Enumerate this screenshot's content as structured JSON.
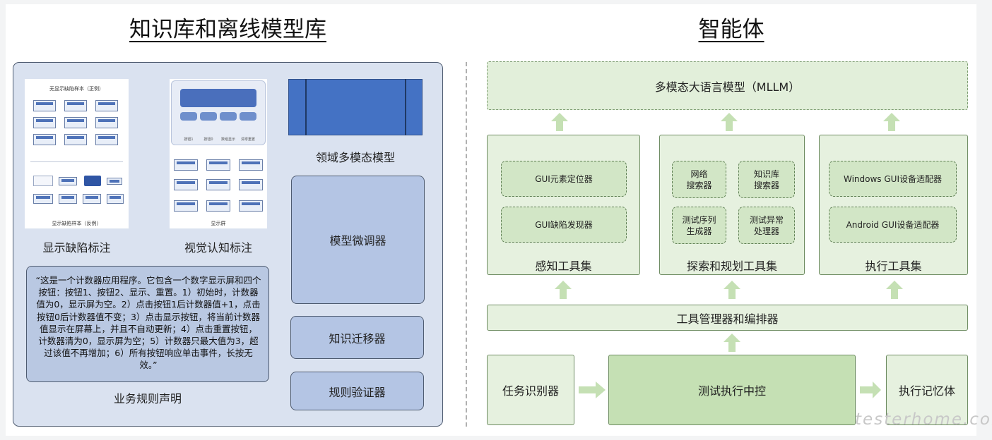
{
  "left": {
    "title": "知识库和离线模型库",
    "thumb1": {
      "top_text": "无显示缺陷样本（正例）",
      "bottom_text": "显示缺陷样本（反例）",
      "caption": "显示缺陷标注"
    },
    "thumb2": {
      "buttons": [
        "按钮1",
        "按钮0",
        "数组显示",
        "清零重置"
      ],
      "bottom_text": "显示屏",
      "caption": "视觉认知标注"
    },
    "model_caption": "领域多模态模型",
    "rule_text": "“这是一个计数器应用程序。它包含一个数字显示屏和四个按钮：按钮1、按钮2、显示、重置。1）初始时，计数器值为0，显示屏为空。2）点击按钮1后计数器值+1，点击按钮0后计数器值不变；3）点击显示按钮，将当前计数器值显示在屏幕上，并且不自动更新；4）点击重置按钮，计数器清为0，显示屏为空；5）计数器只最大值为3，超过该值不再增加；6）所有按钮响应单击事件，长按无效。”",
    "rule_caption": "业务规则声明",
    "buttons": {
      "finetune": "模型微调器",
      "transfer": "知识迁移器",
      "verifier": "规则验证器"
    }
  },
  "right": {
    "title": "智能体",
    "mllm": "多模态大语言模型（MLLM）",
    "perception": {
      "label": "感知工具集",
      "items": [
        "GUI元素定位器",
        "GUI缺陷发现器"
      ]
    },
    "explore": {
      "label": "探索和规划工具集",
      "items": [
        "网络\n搜索器",
        "知识库\n搜索器",
        "测试序列\n生成器",
        "测试异常\n处理器"
      ]
    },
    "execute": {
      "label": "执行工具集",
      "items": [
        "Windows GUI设备适配器",
        "Android GUI设备适配器"
      ]
    },
    "manager": "工具管理器和编排器",
    "task": "任务识别器",
    "control": "测试执行中控",
    "memory": "执行记忆体"
  },
  "colors": {
    "left_panel": "#dae2f0",
    "model_blue": "#4472c4",
    "green_fill": "#e2efda",
    "green_dark": "#c5e0b4",
    "arrow_green": "#c5e0b4"
  },
  "watermark": "testerhome.com"
}
